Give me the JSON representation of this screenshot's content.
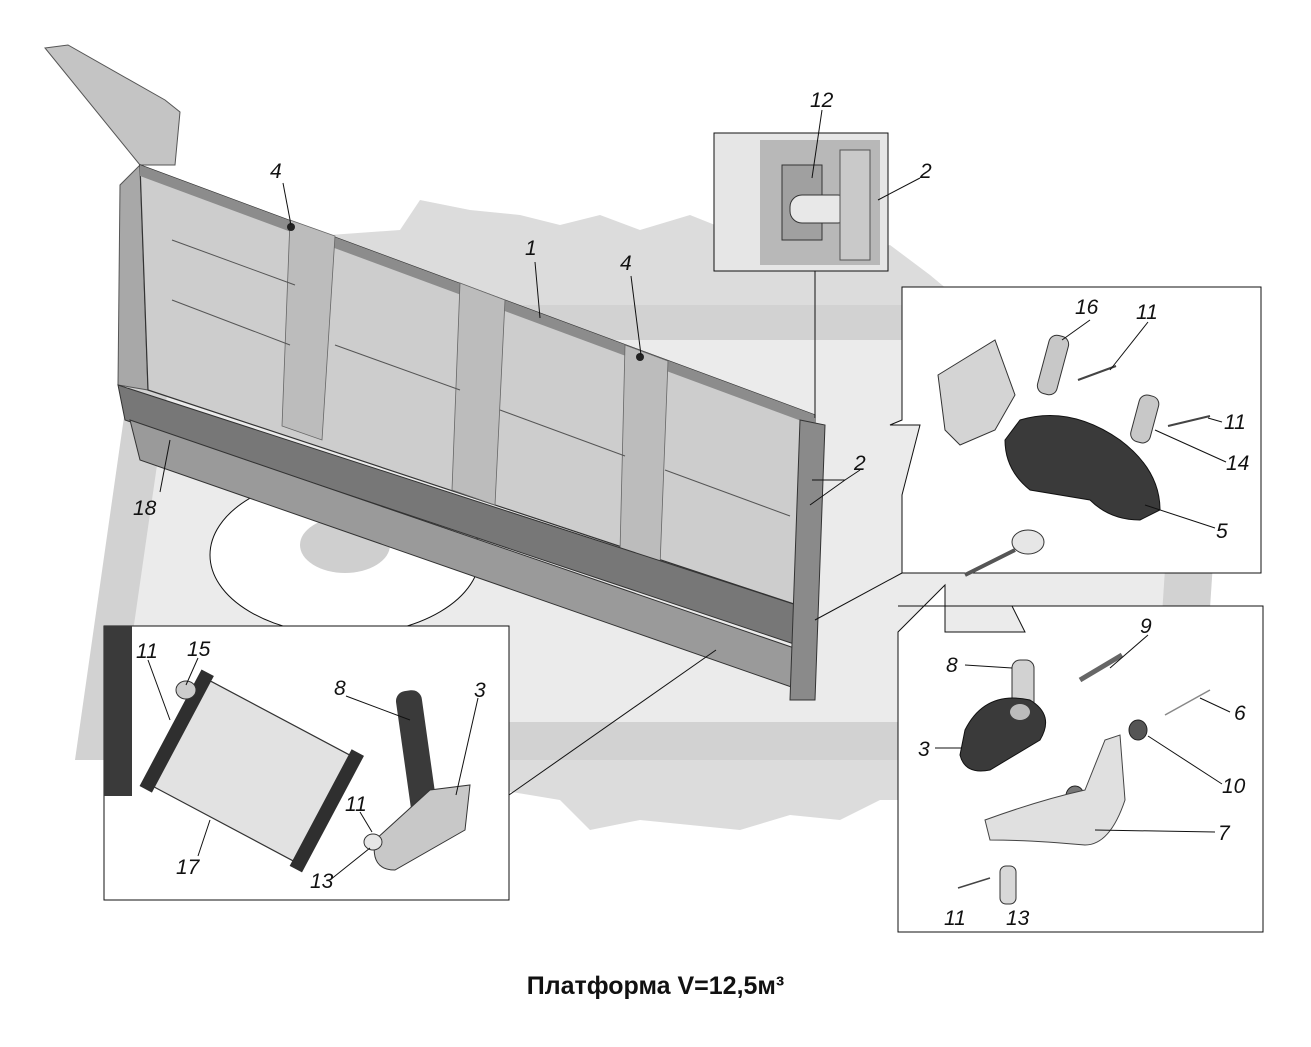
{
  "caption": "Платформа V=12,5м³",
  "colors": {
    "ink": "#111111",
    "panel_light": "#cfcfcf",
    "panel_mid": "#b4b4b4",
    "panel_dark": "#6e6e6e",
    "watermark": "#d6d6d6",
    "part_dark": "#3a3a3a"
  },
  "callouts": {
    "body_4a": "4",
    "body_1": "1",
    "body_4b": "4",
    "body_2": "2",
    "body_18": "18",
    "inset_top_12": "12",
    "inset_top_2": "2",
    "inset_right_16": "16",
    "inset_right_11a": "11",
    "inset_right_11b": "11",
    "inset_right_14": "14",
    "inset_right_5": "5",
    "inset_br_8": "8",
    "inset_br_9": "9",
    "inset_br_6": "6",
    "inset_br_3": "3",
    "inset_br_10": "10",
    "inset_br_7": "7",
    "inset_br_11": "11",
    "inset_br_13": "13",
    "inset_left_11a": "11",
    "inset_left_15": "15",
    "inset_left_8": "8",
    "inset_left_3": "3",
    "inset_left_11b": "11",
    "inset_left_17": "17",
    "inset_left_13": "13"
  }
}
